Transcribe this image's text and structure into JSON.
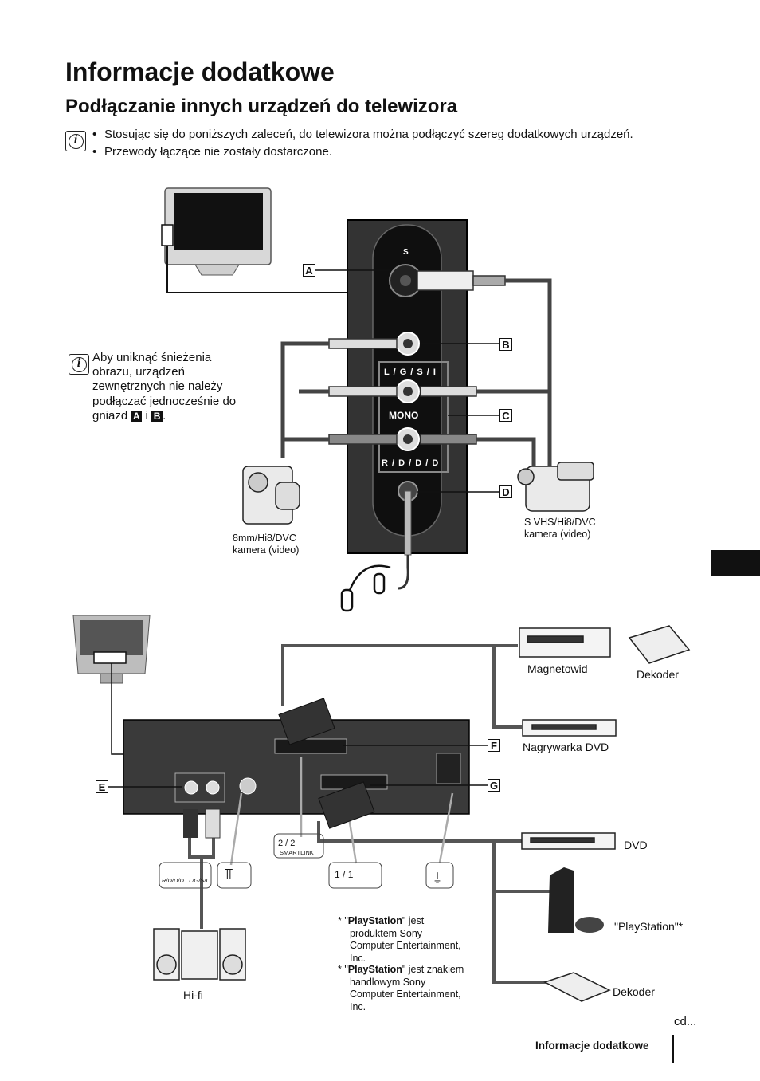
{
  "header": {
    "title": "Informacje dodatkowe",
    "subtitle": "Podłączanie innych urządzeń do telewizora"
  },
  "icons": {
    "info": "i"
  },
  "intro": {
    "bullets": [
      "Stosując się do poniższych zaleceń, do telewizora można podłączyć szereg dodatkowych urządzeń.",
      "Przewody łączące nie zostały dostarczone."
    ]
  },
  "side_note": {
    "text": "Aby uniknąć śnieżenia obrazu, urządzeń zewnętrznych nie należy podłączać jednocześnie do gniazd",
    "label_a": "A",
    "joiner": "i",
    "label_b": "B",
    "end": "."
  },
  "front_panel": {
    "connector_labels": [
      "A",
      "B",
      "C",
      "D"
    ],
    "lgs_label": "L / G / S / I",
    "mono_label": "MONO",
    "rdd_label": "R / D / D / D",
    "s_label": "S"
  },
  "devices_top": {
    "camera_left": [
      "8mm/Hi8/DVC",
      "kamera (video)"
    ],
    "camera_right": [
      "S VHS/Hi8/DVC",
      "kamera (video)"
    ]
  },
  "rear_panel": {
    "connector_labels": [
      "E",
      "F",
      "G"
    ],
    "scart2_label": "2 / ",
    "scart2_num": "2",
    "smartlink": "SMARTLINK",
    "scart1_label": "1 / ",
    "scart1_num": "1",
    "audio_out_label": "R/D/D/D   L/G/S/I"
  },
  "devices_bottom": {
    "vcr": "Magnetowid",
    "decoder_top": "Dekoder",
    "dvd_recorder": "Nagrywarka DVD",
    "dvd": "DVD",
    "playstation": "\"PlayStation\"*",
    "decoder_bottom": "Dekoder",
    "hifi": "Hi-fi"
  },
  "footnotes": {
    "star": "*",
    "fn1_brand": "PlayStation",
    "fn1_lines": [
      "\" jest",
      "produktem Sony",
      "Computer Entertainment,",
      "Inc."
    ],
    "fn2_brand": "PlayStation",
    "fn2_lines": [
      "\" jest znakiem",
      "handlowym Sony",
      "Computer Entertainment,",
      "Inc."
    ]
  },
  "footer": {
    "continued": "cd...",
    "section": "Informacje dodatkowe"
  }
}
